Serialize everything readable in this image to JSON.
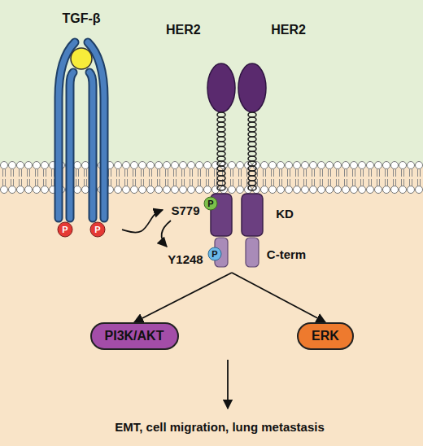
{
  "diagram": {
    "nodes": [
      {
        "text": [
          "TGF-β"
        ]
      },
      {
        "text": [
          "HER2"
        ]
      },
      {
        "text": [
          "HER2"
        ]
      },
      {
        "text": [
          "PI3K/AKT"
        ]
      },
      {
        "text": [
          "ERK"
        ]
      }
    ],
    "edges": [
      {
        "from": 0,
        "to": 1,
        "arrow": "to"
      },
      {
        "from": 1,
        "to": 3,
        "arrow": "to"
      },
      {
        "from": 1,
        "to": 4,
        "arrow": "to"
      }
    ],
    "labels": [
      "P",
      "P",
      "P",
      "KD",
      "S779",
      "P",
      "Y1248",
      "C-term",
      "EMT, cell migration, lung metastasis"
    ]
  }
}
